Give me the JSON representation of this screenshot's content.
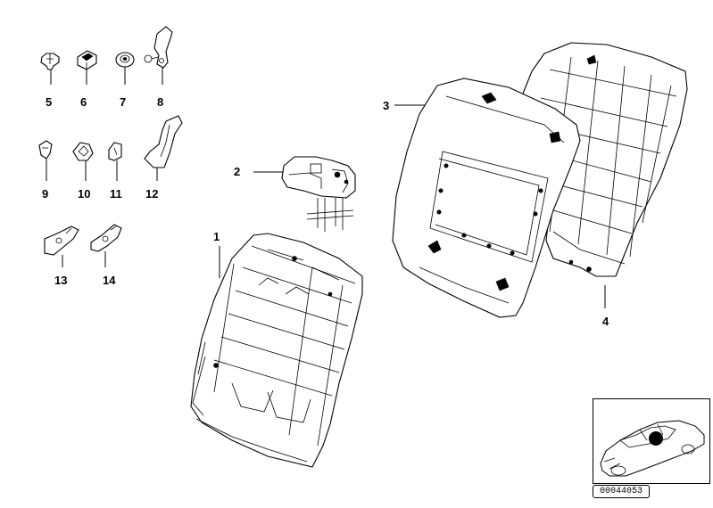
{
  "diagram": {
    "parts": [
      {
        "id": "1",
        "label": "1",
        "name": "backrest-frame"
      },
      {
        "id": "2",
        "label": "2",
        "name": "adjuster-bracket"
      },
      {
        "id": "3",
        "label": "3",
        "name": "backrest-panel"
      },
      {
        "id": "4",
        "label": "4",
        "name": "backrest-panel-rear"
      },
      {
        "id": "5",
        "label": "5",
        "name": "clip"
      },
      {
        "id": "6",
        "label": "6",
        "name": "clip-square"
      },
      {
        "id": "7",
        "label": "7",
        "name": "grommet"
      },
      {
        "id": "8",
        "label": "8",
        "name": "bracket"
      },
      {
        "id": "9",
        "label": "9",
        "name": "clip-small"
      },
      {
        "id": "10",
        "label": "10",
        "name": "clip-triangle"
      },
      {
        "id": "11",
        "label": "11",
        "name": "clip-u"
      },
      {
        "id": "12",
        "label": "12",
        "name": "strip-bracket"
      },
      {
        "id": "13",
        "label": "13",
        "name": "hook-plate"
      },
      {
        "id": "14",
        "label": "14",
        "name": "hook-plate-2"
      }
    ],
    "document_id": "00044053",
    "inset_icon": "car-locator-icon"
  }
}
